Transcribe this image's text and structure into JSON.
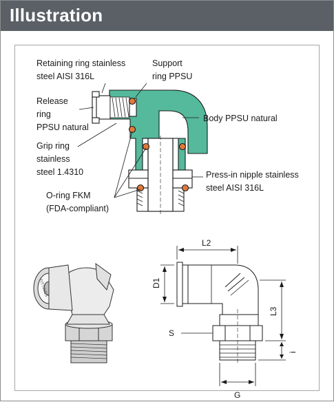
{
  "header": {
    "title": "Illustration"
  },
  "sectional_view": {
    "labels": {
      "retaining_ring_1": "Retaining ring stainless",
      "retaining_ring_2": "steel AISI 316L",
      "support_ring_1": "Support",
      "support_ring_2": "ring PPSU",
      "release_ring_1": "Release",
      "release_ring_2": "ring",
      "release_ring_3": "PPSU natural",
      "body": "Body PPSU natural",
      "grip_ring_1": "Grip ring",
      "grip_ring_2": "stainless",
      "grip_ring_3": "steel 1.4310",
      "nipple_1": "Press-in nipple stainless",
      "nipple_2": "steel AISI 316L",
      "oring_1": "O-ring FKM",
      "oring_2": "(FDA-compliant)"
    },
    "colors": {
      "body": "#55b99c",
      "orings": "#e07a3a",
      "metal": "#ffffff",
      "line": "#1a1a1a"
    }
  },
  "dimension_drawing": {
    "labels": {
      "l2": "L2",
      "d1": "D1",
      "l3": "L3",
      "s": "S",
      "i": "i",
      "g": "G"
    }
  },
  "product_photo": {
    "marking": "FITTINGS"
  }
}
